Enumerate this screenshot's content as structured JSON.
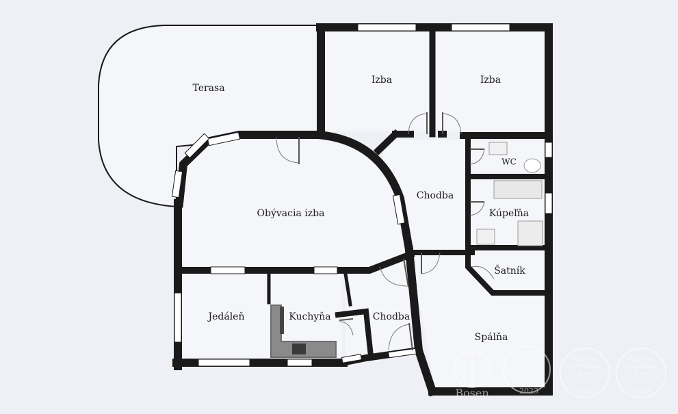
{
  "plan": {
    "colors": {
      "wall": "#1a1a1a",
      "floor": "#f5f6fa",
      "background": "#eef0f6",
      "window": "#ffffff",
      "kitchen": "#6d6d6d"
    },
    "rooms": {
      "terasa": "Terasa",
      "izba_1": "Izba",
      "izba_2": "Izba",
      "obyvacia": "Obývacia izba",
      "chodba_1": "Chodba",
      "wc": "WC",
      "kupelna": "Kúpeľňa",
      "satnik": "Šatník",
      "jedalen": "Jedáleň",
      "kuchyna": "Kuchyňa",
      "chodba_2": "Chodba",
      "spalna": "Spálňa"
    }
  },
  "watermark": {
    "brand": "Bosen",
    "badges": [
      {
        "year": "2023"
      },
      {
        "line1": "REALITNÁ",
        "line2": "SANCTAMIA",
        "line3": "ROKA",
        "year": "2020"
      },
      {
        "line1": "REALITNÁ",
        "line2": "SANCTAMIA",
        "line3": "ROKA",
        "year": "2019"
      }
    ]
  }
}
